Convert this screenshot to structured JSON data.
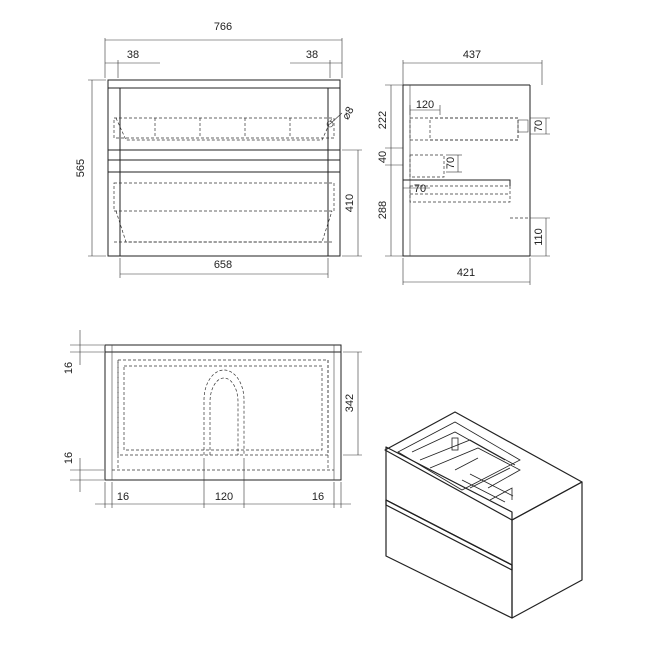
{
  "front_view": {
    "overall_width": "766",
    "side_left": "38",
    "side_right": "38",
    "hole_diameter": "⌀8",
    "overall_height": "565",
    "lower_height": "410",
    "inner_width": "658"
  },
  "side_view": {
    "overall_depth": "437",
    "upper_height": "222",
    "gap_height": "40",
    "lower_height": "288",
    "slot_width": "120",
    "slot_height": "70",
    "notch_height": "70",
    "notch_width": "70",
    "inner_depth": "421",
    "cutout_height": "110"
  },
  "top_view": {
    "depth": "342",
    "top_edge": "16",
    "bottom_edge": "16",
    "left_edge": "16",
    "right_edge": "16",
    "opening_width": "120"
  },
  "colors": {
    "line": "#222222",
    "background": "#ffffff"
  }
}
